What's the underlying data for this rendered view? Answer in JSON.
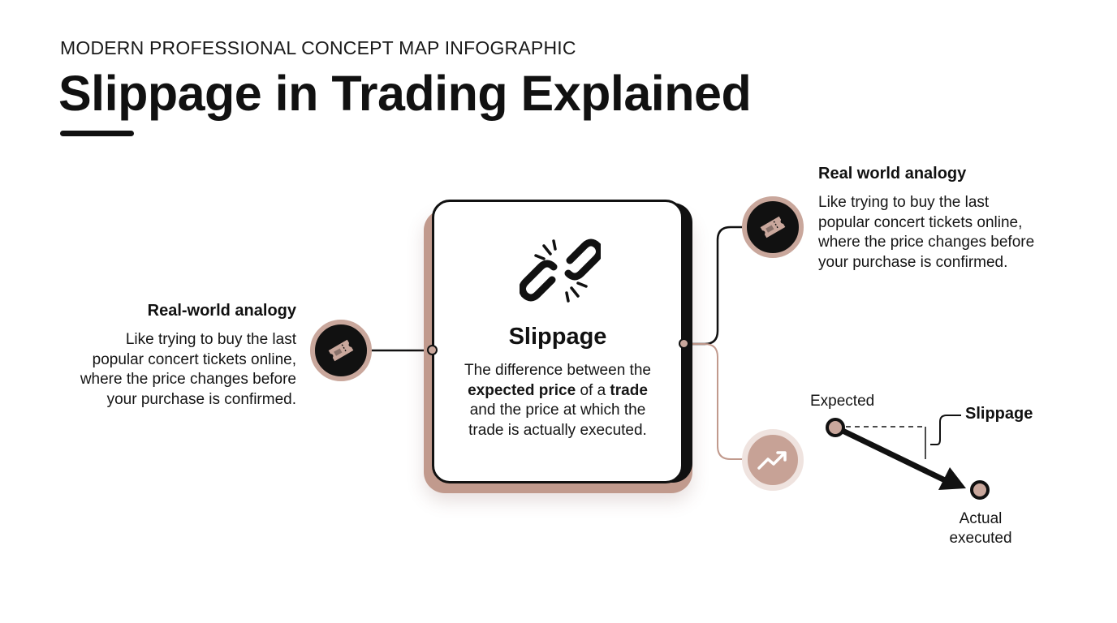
{
  "header": {
    "eyebrow": "MODERN PROFESSIONAL CONCEPT MAP INFOGRAPHIC",
    "title": "Slippage in Trading Explained"
  },
  "center_card": {
    "icon": "broken-link-icon",
    "title": "Slippage",
    "desc_part1": "The difference between the",
    "desc_bold1": "expected price",
    "desc_part2": " of a ",
    "desc_bold2": "trade",
    "desc_part3": "and the price at which the trade is actually executed."
  },
  "left_annotation": {
    "icon": "ticket-icon",
    "title": "Real-world analogy",
    "lines": [
      "Like trying to buy the last",
      "popular concert tickets online,",
      "where the price changes before",
      "your purchase is confirmed."
    ]
  },
  "right_annotation": {
    "icon": "ticket-icon",
    "title": "Real world analogy",
    "lines": [
      "Like trying to buy the last",
      "popular concert tickets online,",
      "where the price changes before",
      "your purchase is confirmed."
    ]
  },
  "price_diagram": {
    "icon": "trend-up-icon",
    "expected_label": "Expected",
    "slippage_label": "Slippage",
    "actual_lines": [
      "Actual",
      "executed"
    ]
  },
  "colors": {
    "accent": "#c19a8d",
    "dark": "#111111",
    "light_ring": "#efe3df"
  }
}
